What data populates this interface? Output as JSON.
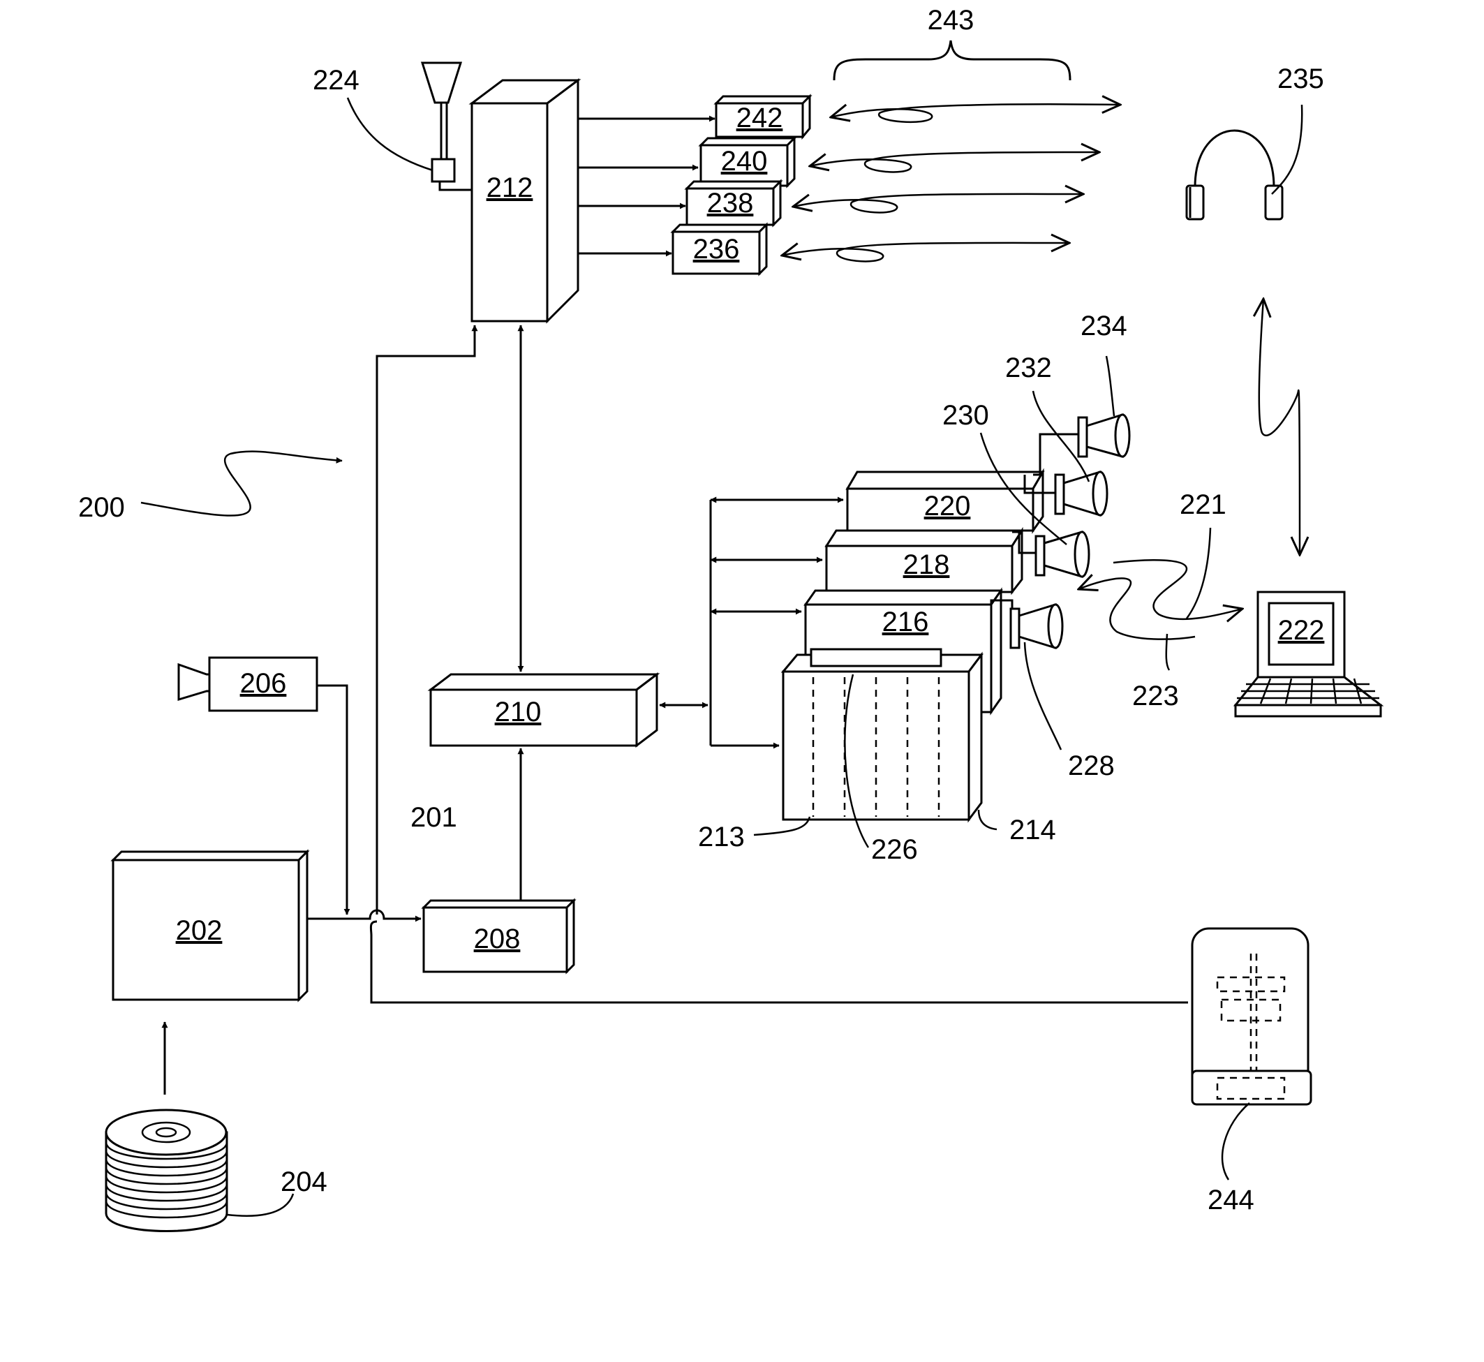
{
  "boxes": {
    "b202": "202",
    "b206": "206",
    "b208": "208",
    "b210": "210",
    "b212": "212",
    "b216": "216",
    "b218": "218",
    "b220": "220",
    "b222": "222",
    "b236": "236",
    "b238": "238",
    "b240": "240",
    "b242": "242"
  },
  "refs": {
    "r200": "200",
    "r201": "201",
    "r204": "204",
    "r213": "213",
    "r214": "214",
    "r221": "221",
    "r223": "223",
    "r224": "224",
    "r226": "226",
    "r228": "228",
    "r230": "230",
    "r232": "232",
    "r234": "234",
    "r235": "235",
    "r243": "243",
    "r244": "244"
  },
  "icons": [
    "camera-icon",
    "disc-stack-icon",
    "antenna-icon",
    "speaker-icon",
    "headphones-icon",
    "laptop-icon",
    "kiosk-icon"
  ]
}
